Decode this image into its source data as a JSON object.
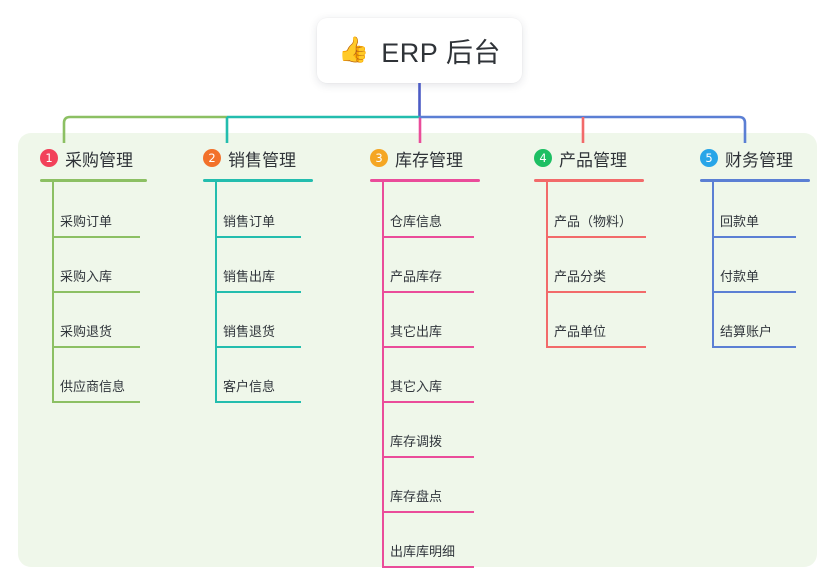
{
  "diagram": {
    "type": "mindmap",
    "background_color": "#ffffff",
    "panel_color": "#eff7ea",
    "root": {
      "icon": "thumbs-up-emoji",
      "icon_glyph": "👍",
      "title": "ERP 后台"
    },
    "root_stem_color": "#4c5cc5",
    "branches": [
      {
        "number": "1",
        "badge_color": "#f2415a",
        "line_color": "#8cc063",
        "title": "采购管理",
        "items": [
          "采购订单",
          "采购入库",
          "采购退货",
          "供应商信息"
        ]
      },
      {
        "number": "2",
        "badge_color": "#f2712a",
        "line_color": "#23bdae",
        "title": "销售管理",
        "items": [
          "销售订单",
          "销售出库",
          "销售退货",
          "客户信息"
        ]
      },
      {
        "number": "3",
        "badge_color": "#f5a623",
        "line_color": "#ea4c9a",
        "title": "库存管理",
        "items": [
          "仓库信息",
          "产品库存",
          "其它出库",
          "其它入库",
          "库存调拨",
          "库存盘点",
          "出库库明细"
        ]
      },
      {
        "number": "4",
        "badge_color": "#1dbf63",
        "line_color": "#f26a6a",
        "title": "产品管理",
        "items": [
          "产品（物料）",
          "产品分类",
          "产品单位"
        ]
      },
      {
        "number": "5",
        "badge_color": "#28a5e8",
        "line_color": "#5b7fd4",
        "title": "财务管理",
        "items": [
          "回款单",
          "付款单",
          "结算账户"
        ]
      }
    ]
  }
}
